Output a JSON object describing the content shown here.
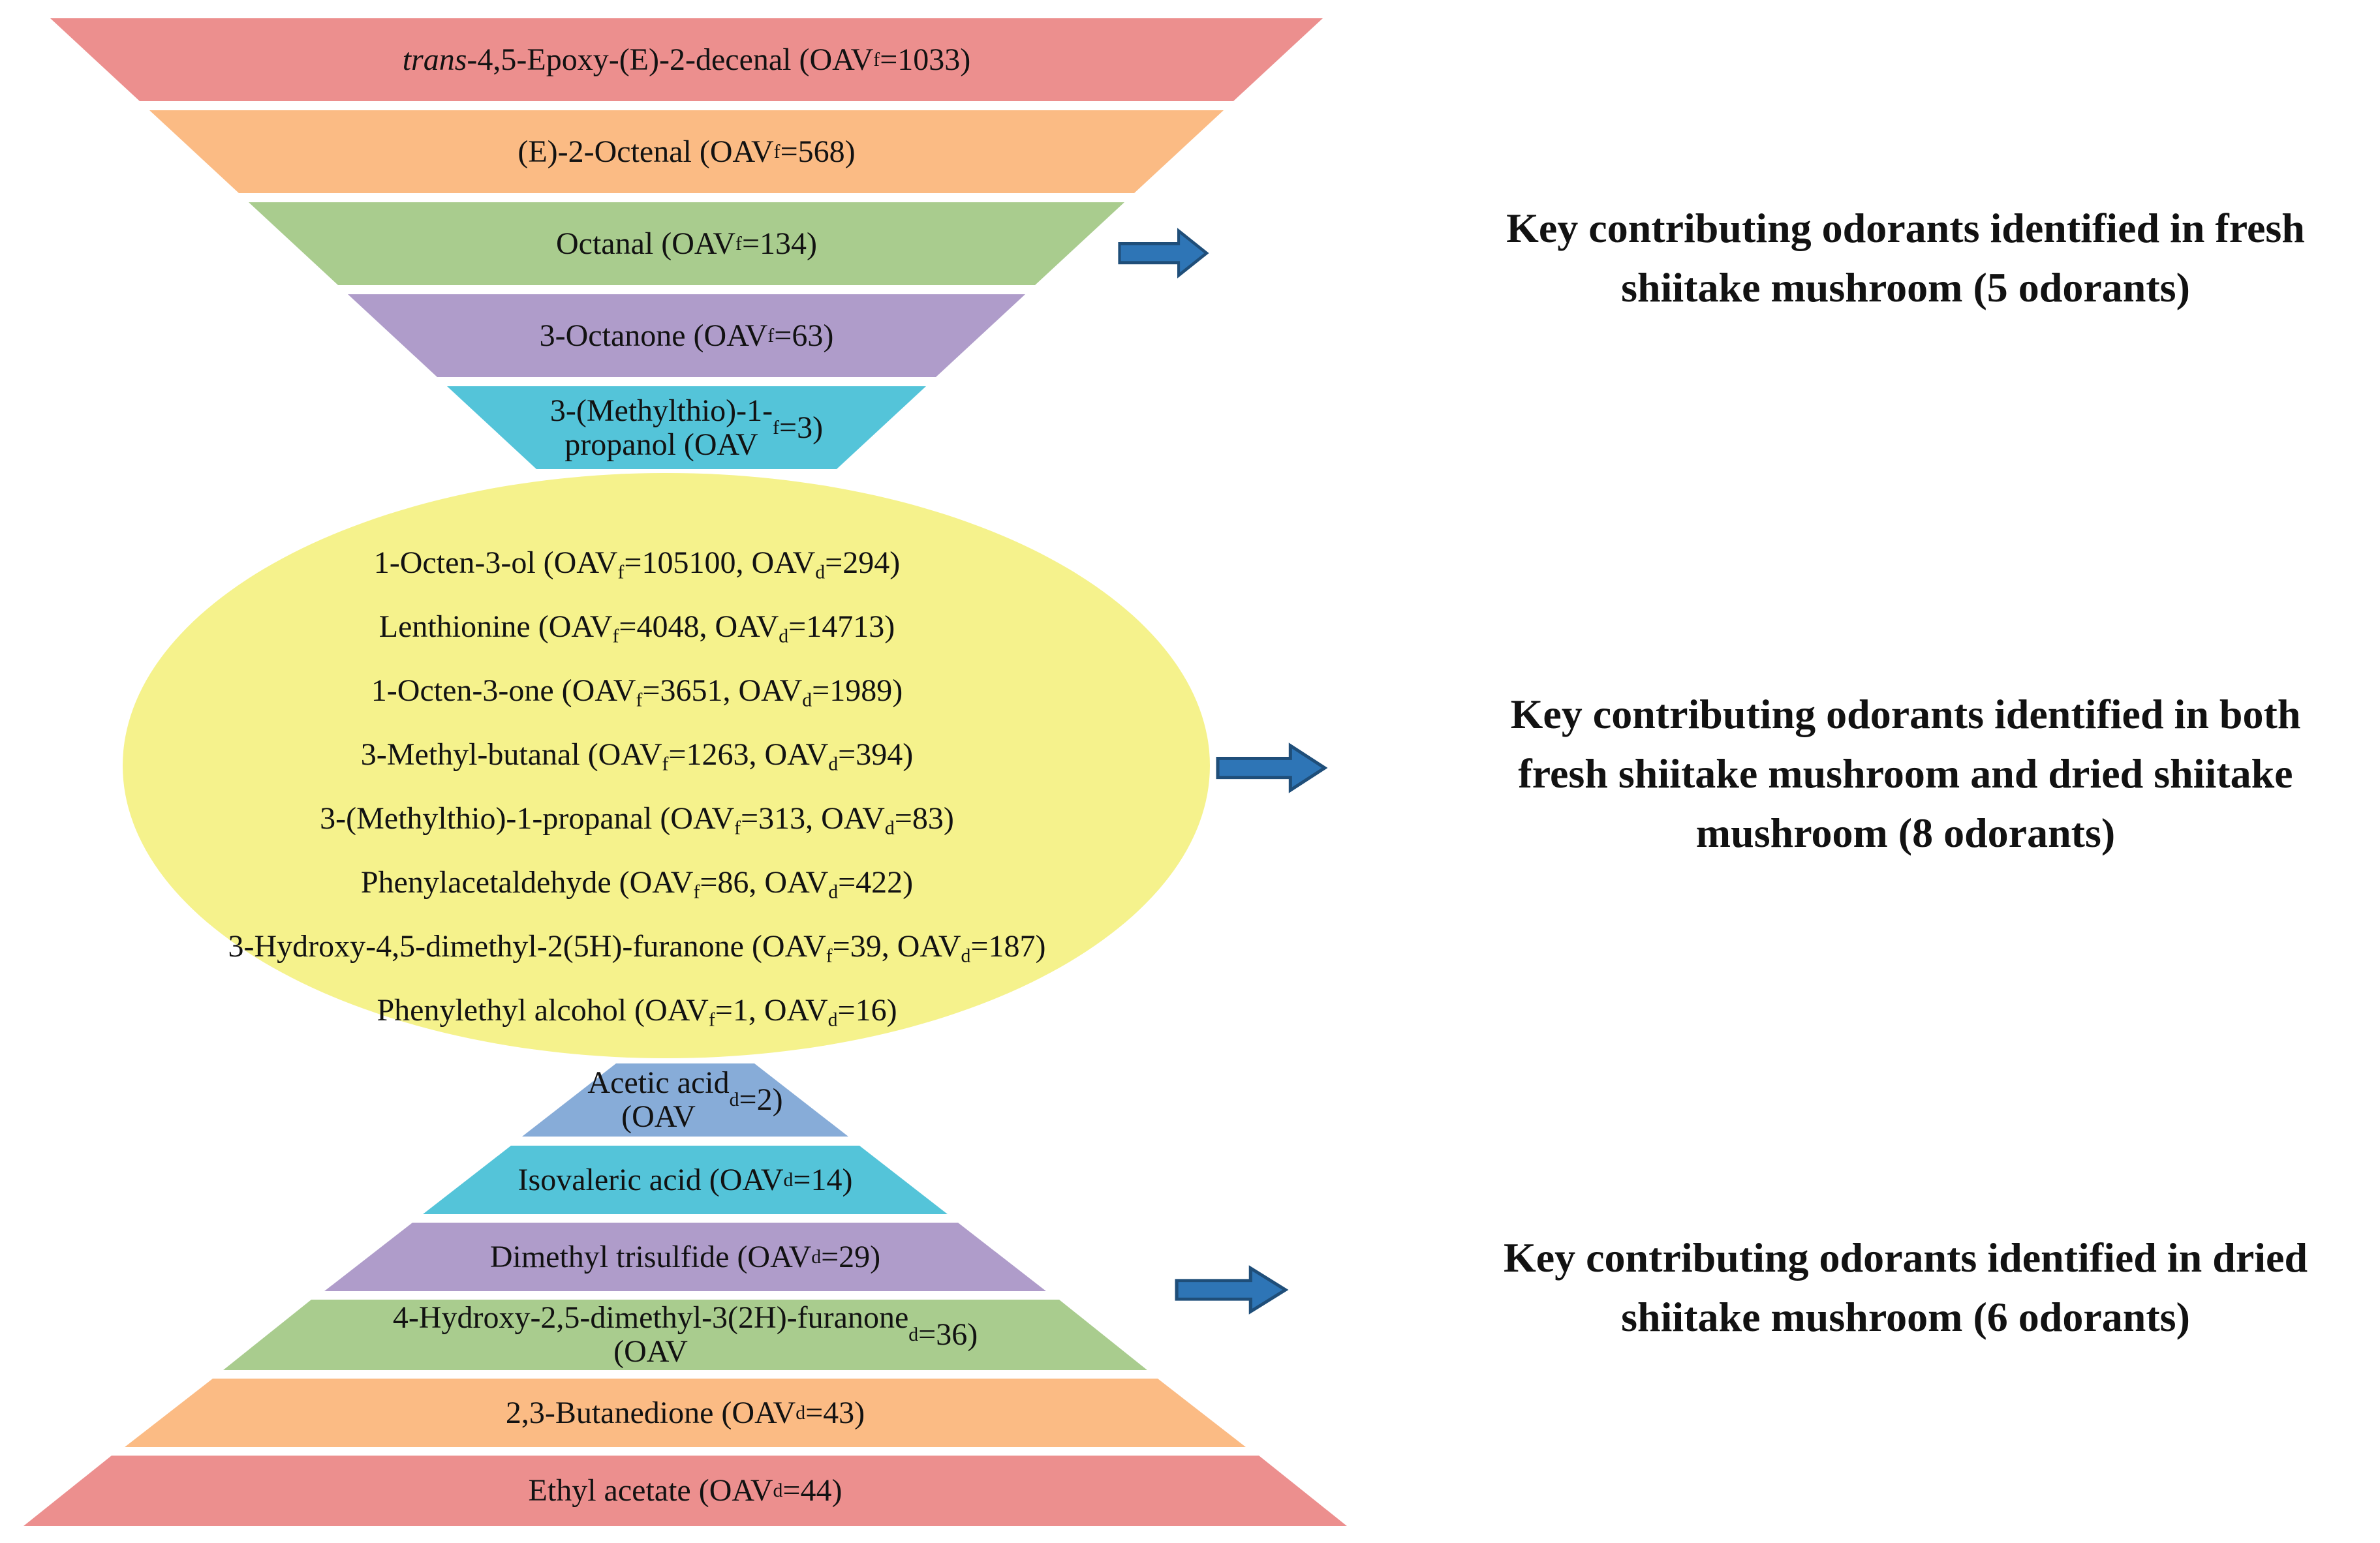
{
  "colors": {
    "red": "#EC8F8E",
    "orange": "#FBBB84",
    "green": "#A9CC8E",
    "purple": "#AF9CCA",
    "cyan": "#54C4D9",
    "blue": "#87ACD8",
    "yellow": "#F5F28C",
    "arrow_fill": "#2E75B6",
    "arrow_stroke": "#1F4E79"
  },
  "top_funnel": {
    "items": [
      {
        "label": "*trans*-4,5-Epoxy-(E)-2-decenal (OAV_f=1033)",
        "color": "#EC8F8E"
      },
      {
        "label": "(E)-2-Octenal (OAV_f=568)",
        "color": "#FBBB84"
      },
      {
        "label": "Octanal (OAV_f=134)",
        "color": "#A9CC8E"
      },
      {
        "label": "3-Octanone (OAV_f=63)",
        "color": "#AF9CCA"
      },
      {
        "label": "3-(Methylthio)-1-\npropanol (OAV_f=3)",
        "color": "#54C4D9"
      }
    ]
  },
  "ellipse": {
    "color": "#F5F28C",
    "items": [
      "1-Octen-3-ol (OAV_f=105100, OAV_d=294)",
      "Lenthionine (OAV_f=4048, OAV_d=14713)",
      "1-Octen-3-one (OAV_f=3651, OAV_d=1989)",
      "3-Methyl-butanal (OAV_f=1263, OAV_d=394)",
      "3-(Methylthio)-1-propanal (OAV_f=313, OAV_d=83)",
      "Phenylacetaldehyde (OAV_f=86, OAV_d=422)",
      "3-Hydroxy-4,5-dimethyl-2(5H)-furanone (OAV_f=39, OAV_d=187)",
      "Phenylethyl alcohol (OAV_f=1, OAV_d=16)"
    ]
  },
  "bottom_funnel": {
    "items": [
      {
        "label": "Acetic acid\n(OAV_d=2)",
        "color": "#87ACD8"
      },
      {
        "label": "Isovaleric acid (OAV_d=14)",
        "color": "#54C4D9"
      },
      {
        "label": "Dimethyl trisulfide (OAV_d=29)",
        "color": "#AF9CCA"
      },
      {
        "label": "4-Hydroxy-2,5-dimethyl-3(2H)-furanone\n(OAV_d=36)",
        "color": "#A9CC8E"
      },
      {
        "label": "2,3-Butanedione (OAV_d=43)",
        "color": "#FBBB84"
      },
      {
        "label": "Ethyl acetate (OAV_d=44)",
        "color": "#EC8F8E"
      }
    ]
  },
  "right_labels": [
    {
      "lines": [
        "Key contributing odorants identified in fresh",
        "shiitake mushroom (5 odorants)"
      ]
    },
    {
      "lines": [
        "Key contributing odorants identified in both",
        "fresh shiitake mushroom and dried shiitake",
        "mushroom (8 odorants)"
      ]
    },
    {
      "lines": [
        "Key contributing odorants identified in dried",
        "shiitake mushroom (6 odorants)"
      ]
    }
  ]
}
